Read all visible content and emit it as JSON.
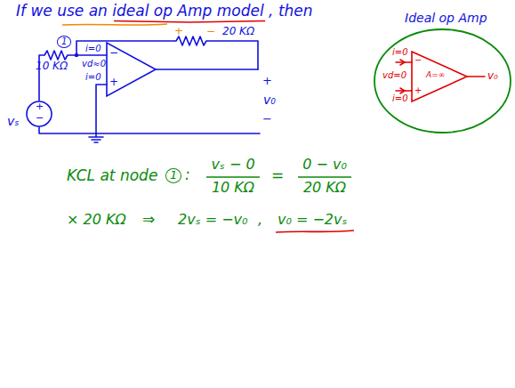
{
  "diagram": {
    "title": "If we use an ideal op Amp model , then",
    "nodes": [
      {
        "text": [
          "−",
          "+"
        ]
      },
      {
        "text": [
          "+",
          "−"
        ]
      },
      {
        "text": [
          "Ideal op Amp"
        ]
      },
      {
        "text": [
          "−",
          "+",
          "A=∞"
        ],
        "in": 2
      }
    ],
    "labels": [
      "1",
      "i=0",
      "vd≈0",
      "i=0",
      "10 KΩ",
      "20 KΩ",
      "+",
      "−",
      "+",
      "v₀",
      "−",
      "vₛ",
      "i=0",
      "vd=0",
      "i=0",
      "v₀",
      "KCL at node",
      "1",
      ":",
      "vₛ − 0",
      "10 KΩ",
      "=",
      "0 − v₀",
      "20 KΩ",
      "× 20 KΩ",
      "⇒",
      "2vₛ = −v₀",
      ",",
      "v₀ = −2vₛ"
    ]
  }
}
